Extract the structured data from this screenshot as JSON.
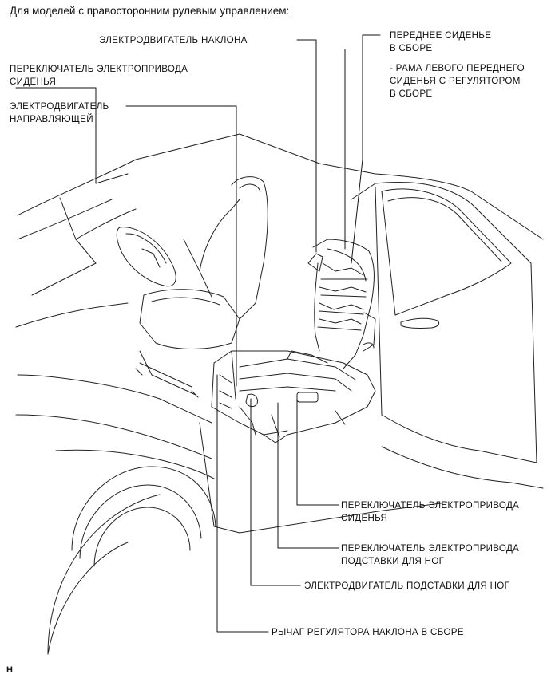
{
  "caption": "Для моделей с правосторонним рулевым управлением:",
  "labels": {
    "tilt_motor": "ЭЛЕКТРОДВИГАТЕЛЬ НАКЛОНА",
    "seat_switch_top_1": "ПЕРЕКЛЮЧАТЕЛЬ ЭЛЕКТРОПРИВОДА",
    "seat_switch_top_2": "СИДЕНЬЯ",
    "slide_motor_1": "ЭЛЕКТРОДВИГАТЕЛЬ",
    "slide_motor_2": "НАПРАВЛЯЮЩЕЙ",
    "front_seat_1": "ПЕРЕДНЕЕ СИДЕНЬЕ",
    "front_seat_2": "В СБОРЕ",
    "frame_1": "- РАМА ЛЕВОГО ПЕРЕДНЕГО",
    "frame_2": "СИДЕНЬЯ С РЕГУЛЯТОРОМ",
    "frame_3": "В СБОРЕ",
    "seat_switch_bottom_1": "ПЕРЕКЛЮЧАТЕЛЬ ЭЛЕКТРОПРИВОДА",
    "seat_switch_bottom_2": "СИДЕНЬЯ",
    "ottoman_switch_1": "ПЕРЕКЛЮЧАТЕЛЬ ЭЛЕКТРОПРИВОДА",
    "ottoman_switch_2": "ПОДСТАВКИ ДЛЯ НОГ",
    "ottoman_motor": "ЭЛЕКТРОДВИГАТЕЛЬ ПОДСТАВКИ ДЛЯ НОГ",
    "recliner_lever": "РЫЧАГ РЕГУЛЯТОРА НАКЛОНА В СБОРЕ"
  },
  "figure_code": "H"
}
